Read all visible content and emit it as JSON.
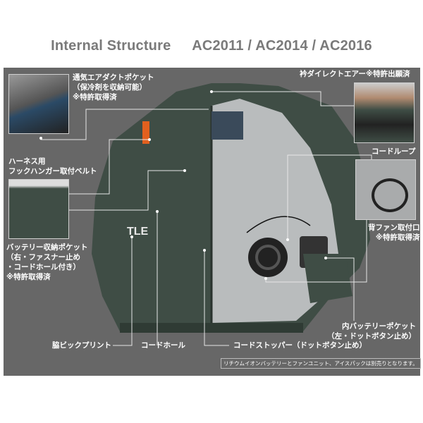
{
  "header": {
    "title": "Internal Structure",
    "models": "AC2011 / AC2014 / AC2016"
  },
  "callouts": {
    "air_duct_pocket": [
      "通気エアダクトポケット",
      "（保冷剤を収納可能）",
      "※特許取得済"
    ],
    "harness_belt": [
      "ハーネス用",
      "フックハンガー取付ベルト"
    ],
    "battery_pocket": [
      "バッテリー収納ポケット",
      "（右・ファスナー止め",
      "・コードホール付き）",
      "※特許取得済"
    ],
    "collar_air": "衿ダイレクトエアー※特許出願済",
    "cord_loop": "コードループ",
    "back_fan_port": [
      "背ファン取付口",
      "※特許取得済"
    ],
    "inner_battery_pocket": [
      "内バッテリーポケット",
      "（左・ドットボタン止め）"
    ],
    "side_print": "脇ビックプリント",
    "cord_hole": "コードホール",
    "cord_stopper": "コードストッパー（ドットボタン止め）"
  },
  "print_logo": "TLE",
  "footer_note": "リチウムイオンバッテリーとファンユニット、アイスパックは別売りとなります。",
  "colors": {
    "panel": "#676767",
    "jacket": "#3f4d45",
    "lining": "#b9bcbd",
    "accent": "#e2601f",
    "title": "#7a7a7a"
  }
}
